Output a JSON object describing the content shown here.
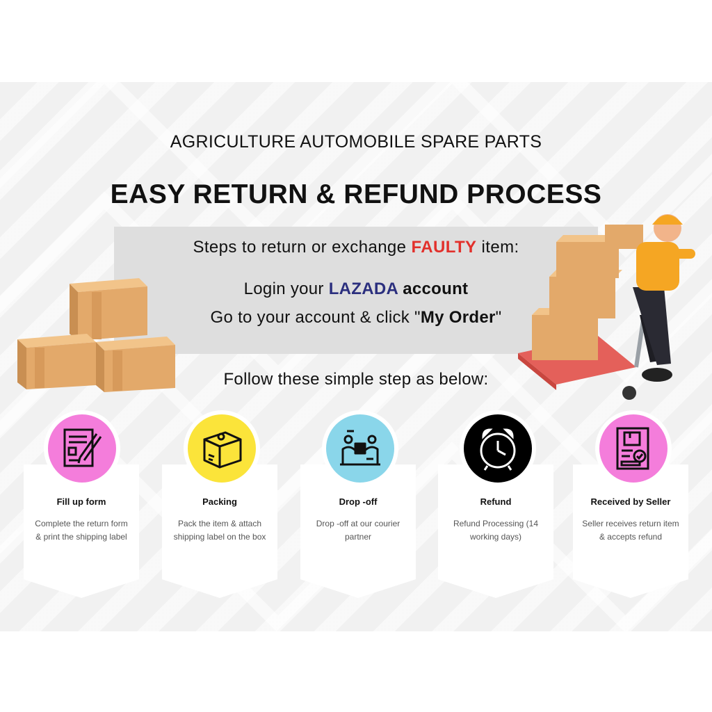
{
  "header": {
    "subtitle": "AGRICULTURE AUTOMOBILE SPARE PARTS",
    "title": "EASY RETURN & REFUND PROCESS"
  },
  "instructions": {
    "line1_prefix": "Steps to return or exchange ",
    "line1_highlight": "FAULTY",
    "line1_suffix": " item:",
    "line2_prefix": "Login your ",
    "line2_brand": "LAZADA",
    "line2_suffix": " account",
    "line3_prefix": "Go to your account & click \"",
    "line3_bold": "My Order",
    "line3_suffix": "\"",
    "line4": "Follow these simple step as below:"
  },
  "steps": [
    {
      "title": "Fill up form",
      "desc": "Complete the return form & print the shipping label",
      "icon": "form-icon",
      "color": "#f47ddb"
    },
    {
      "title": "Packing",
      "desc": "Pack the item & attach shipping label on the box",
      "icon": "package-icon",
      "color": "#fbe43a"
    },
    {
      "title": "Drop -off",
      "desc": "Drop -off at our courier partner",
      "icon": "handover-icon",
      "color": "#8ad6ea"
    },
    {
      "title": "Refund",
      "desc": "Refund Processing (14 working days)",
      "icon": "alarm-clock-icon",
      "color": "#000000"
    },
    {
      "title": "Received by Seller",
      "desc": "Seller receives return item & accepts refund",
      "icon": "received-document-icon",
      "color": "#f47ddb"
    }
  ],
  "colors": {
    "accent_red": "#e2302b",
    "brand_navy": "#2b2f7e",
    "background": "#f1f1f1"
  }
}
